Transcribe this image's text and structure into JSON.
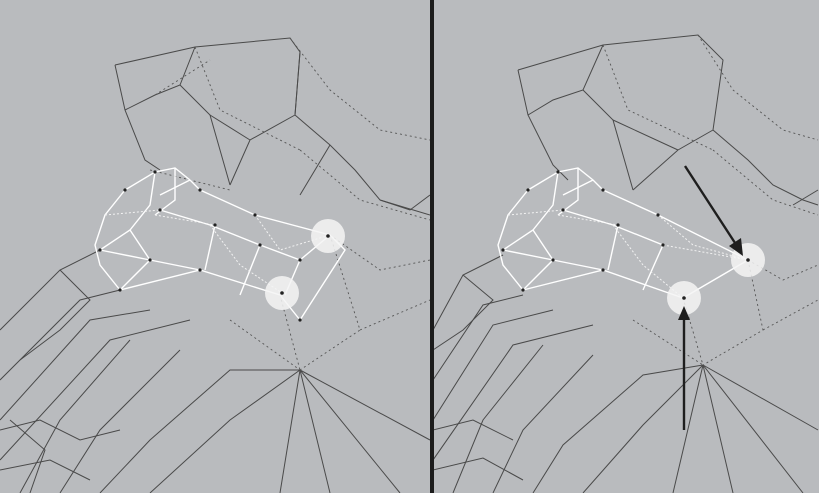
{
  "viewports": [
    {
      "id": "left",
      "mode": "wireframe",
      "selected_vertices": 2
    },
    {
      "id": "right",
      "mode": "wireframe",
      "selected_vertices": 2,
      "annotations": 2
    }
  ],
  "colors": {
    "background": "#b9bbbe",
    "mesh": "#4a4a4a",
    "selection": "#ffffff",
    "highlight": "#f4f4f4",
    "divider": "#1c1c1c",
    "arrow": "#1e1e1e"
  }
}
